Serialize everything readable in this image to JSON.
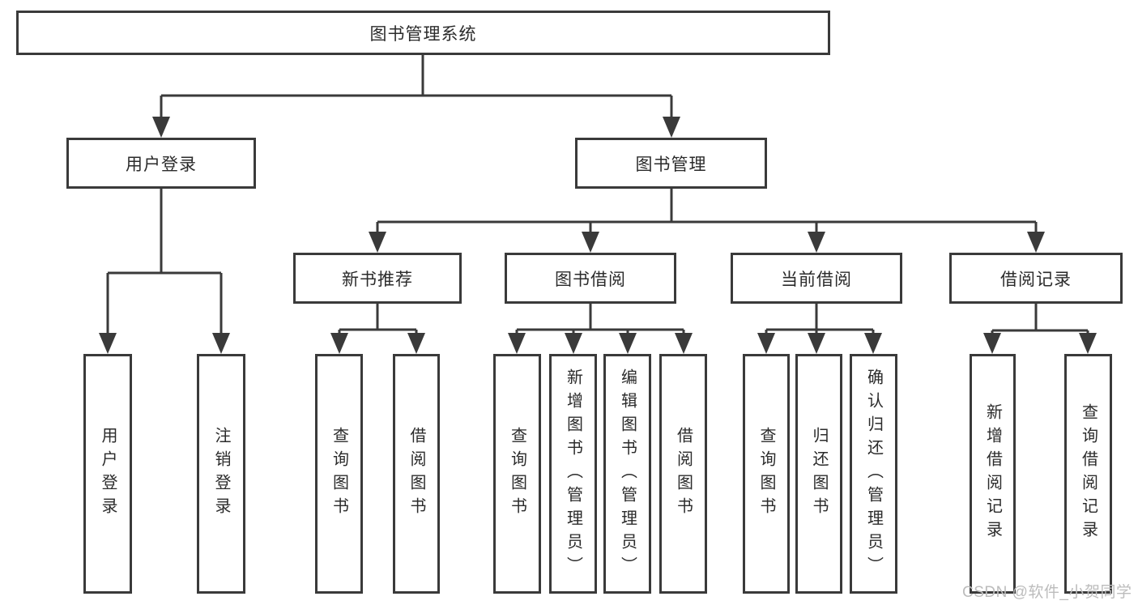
{
  "tree": {
    "root": {
      "label": "图书管理系统"
    },
    "level2": [
      {
        "label": "用户登录",
        "leaves": [
          {
            "label": "用户登录"
          },
          {
            "label": "注销登录"
          }
        ]
      },
      {
        "label": "图书管理",
        "children": [
          {
            "label": "新书推荐",
            "leaves": [
              {
                "label": "查询图书"
              },
              {
                "label": "借阅图书"
              }
            ]
          },
          {
            "label": "图书借阅",
            "leaves": [
              {
                "label": "查询图书"
              },
              {
                "label": "新增图书（管理员）"
              },
              {
                "label": "编辑图书（管理员）"
              },
              {
                "label": "借阅图书"
              }
            ]
          },
          {
            "label": "当前借阅",
            "leaves": [
              {
                "label": "查询图书"
              },
              {
                "label": "归还图书"
              },
              {
                "label": "确认归还（管理员）"
              }
            ]
          },
          {
            "label": "借阅记录",
            "leaves": [
              {
                "label": "新增借阅记录"
              },
              {
                "label": "查询借阅记录"
              }
            ]
          }
        ]
      }
    ]
  },
  "watermark": {
    "text": "CSDN @软件_小贺同学"
  },
  "colors": {
    "line": "#3a3a3a",
    "text": "#2b2b2b",
    "watermark": "#bcbcbc",
    "background": "#ffffff"
  }
}
